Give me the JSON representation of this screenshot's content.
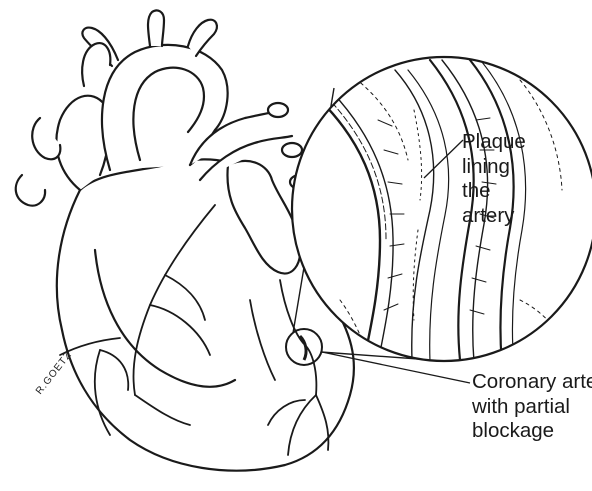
{
  "labels": {
    "plaque": [
      "Plaque",
      "lining",
      "the",
      "artery"
    ],
    "coronary": [
      "Coronary artery",
      "with partial",
      "blockage"
    ]
  },
  "signature": "R.GOETZ",
  "colors": {
    "ink": "#1a1a1a",
    "background": "#ffffff"
  },
  "icons": {
    "heart": "heart-illustration-icon",
    "magnifier": "magnified-artery-icon"
  }
}
